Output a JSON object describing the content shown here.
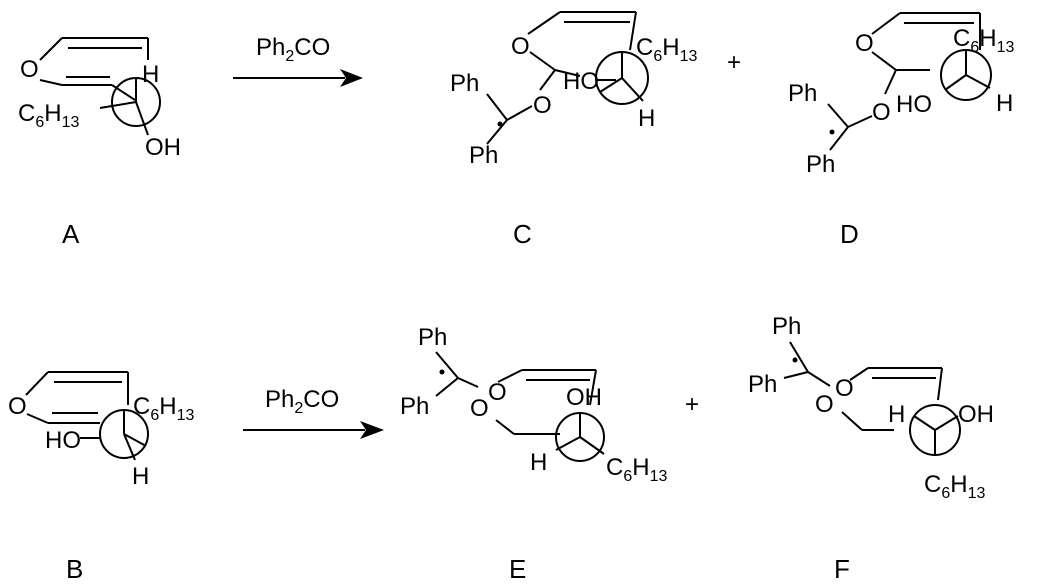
{
  "compounds": {
    "A": {
      "label": "A",
      "ring_o": "O",
      "h": "H",
      "oh": "OH",
      "c6_main": "C",
      "c6_sub": "6",
      "h13_main": "H",
      "h13_sub": "13"
    },
    "B": {
      "label": "B",
      "ring_o": "O",
      "ho": "HO",
      "h": "H",
      "c6_main": "C",
      "c6_sub": "6",
      "h13_main": "H",
      "h13_sub": "13"
    },
    "C": {
      "label": "C",
      "ring_o": "O",
      "ph_top": "Ph",
      "ph_bottom": "Ph",
      "link_o": "O",
      "ho": "HO",
      "h": "H",
      "c6_main": "C",
      "c6_sub": "6",
      "h13_main": "H",
      "h13_sub": "13"
    },
    "D": {
      "label": "D",
      "ring_o": "O",
      "ph_top": "Ph",
      "ph_bottom": "Ph",
      "link_o": "O",
      "ho": "HO",
      "h": "H",
      "c6_main": "C",
      "c6_sub": "6",
      "h13_main": "H",
      "h13_sub": "13"
    },
    "E": {
      "label": "E",
      "ring_o": "O",
      "ph_top": "Ph",
      "ph_left": "Ph",
      "link_o": "O",
      "oh": "OH",
      "h": "H",
      "c6_main": "C",
      "c6_sub": "6",
      "h13_main": "H",
      "h13_sub": "13"
    },
    "F": {
      "label": "F",
      "ring_o": "O",
      "ph_top": "Ph",
      "ph_left": "Ph",
      "link_o": "O",
      "h": "H",
      "oh": "OH",
      "c6_main": "C",
      "c6_sub": "6",
      "h13_main": "H",
      "h13_sub": "13"
    }
  },
  "reagent": {
    "main": "Ph",
    "sub": "2",
    "rest": "CO"
  },
  "plus": "+"
}
